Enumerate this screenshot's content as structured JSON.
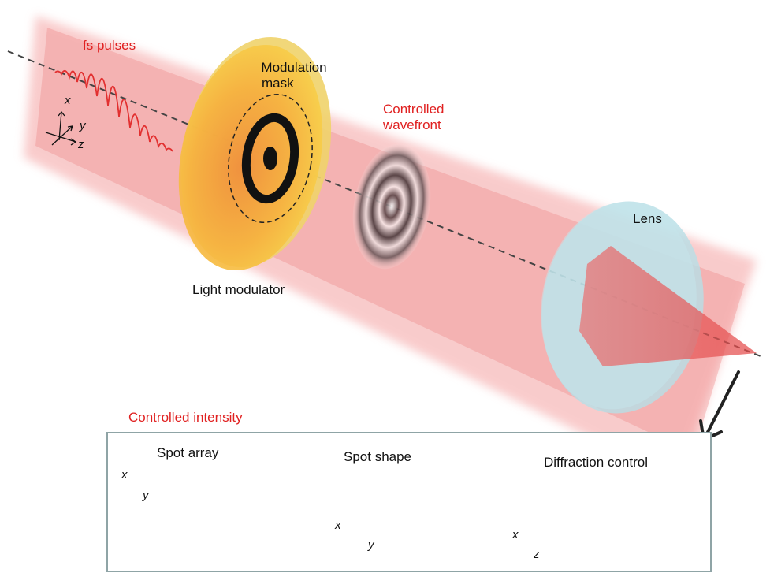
{
  "labels": {
    "fs_pulses": "fs pulses",
    "modulation_mask_line1": "Modulation",
    "modulation_mask_line2": "mask",
    "controlled_wavefront_line1": "Controlled",
    "controlled_wavefront_line2": "wavefront",
    "light_modulator": "Light modulator",
    "lens": "Lens",
    "controlled_intensity": "Controlled intensity"
  },
  "axes": {
    "x": "x",
    "y": "y",
    "z": "z"
  },
  "panels": [
    {
      "title": "Spot array"
    },
    {
      "title": "Spot shape"
    },
    {
      "title": "Diffraction control"
    }
  ],
  "colors": {
    "text_red": "#e02020",
    "beam": "#f28a8a",
    "modulator": "#f4c542",
    "lens": "#b7dfe6",
    "panel_border": "#8fa4a6"
  }
}
